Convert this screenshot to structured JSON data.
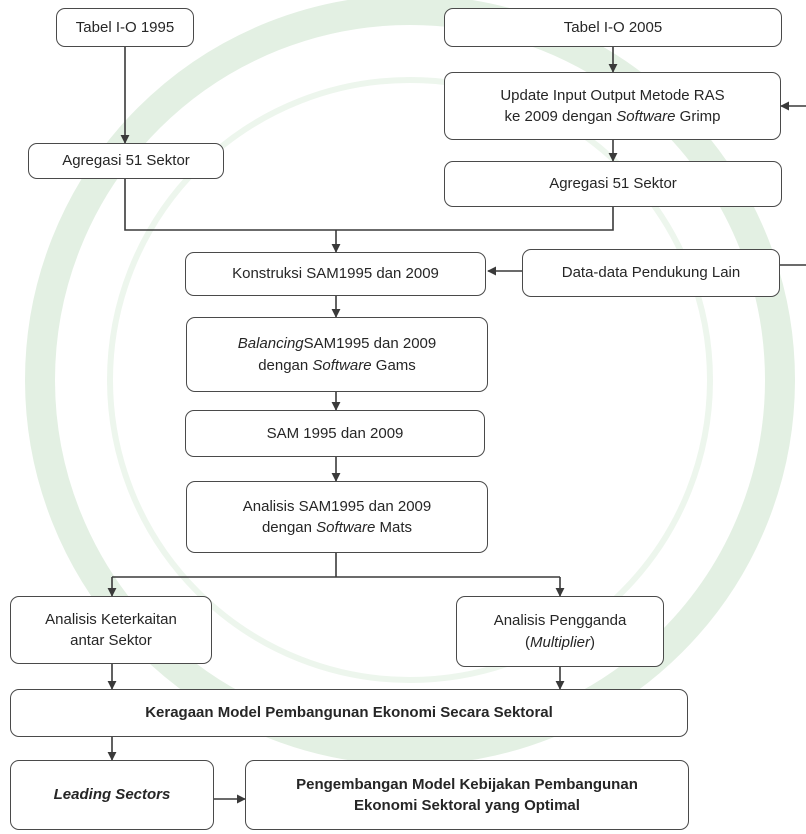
{
  "nodes": {
    "tabel_io_1995": "Tabel I-O 1995",
    "agregasi_left": "Agregasi 51 Sektor",
    "tabel_io_2005": "Tabel I-O 2005",
    "update_io": {
      "line1": "Update Input Output  Metode RAS",
      "line2_pre": "ke 2009 dengan ",
      "line2_em": "Software",
      "line2_post": " Grimp"
    },
    "agregasi_right": "Agregasi 51 Sektor",
    "konstruksi_sam": "Konstruksi SAM1995 dan 2009",
    "data_pendukung": "Data-data Pendukung Lain",
    "balancing": {
      "em1": "Balancing",
      "line1_post": "SAM1995 dan 2009",
      "line2_pre": "dengan ",
      "em2": "Software",
      "line2_post": " Gams"
    },
    "sam": "SAM 1995 dan 2009",
    "analisis_sam": {
      "line1": "Analisis SAM1995 dan 2009",
      "line2_pre": "dengan ",
      "em": "Software",
      "line2_post": " Mats"
    },
    "keterkaitan": {
      "line1": "Analisis Keterkaitan",
      "line2": "antar Sektor"
    },
    "pengganda": {
      "line1": "Analisis Pengganda",
      "open": "(",
      "em": "Multiplier",
      "close": ")"
    },
    "keragaan": "Keragaan Model Pembangunan Ekonomi Secara Sektoral",
    "leading": "Leading Sectors",
    "pengembangan": {
      "line1": "Pengembangan Model Kebijakan Pembangunan",
      "line2": "Ekonomi Sektoral yang Optimal"
    }
  },
  "colors": {
    "line": "#3a3a3a",
    "border": "#4a4a4a",
    "text": "#262626",
    "watermark": "#d6ebd6"
  }
}
